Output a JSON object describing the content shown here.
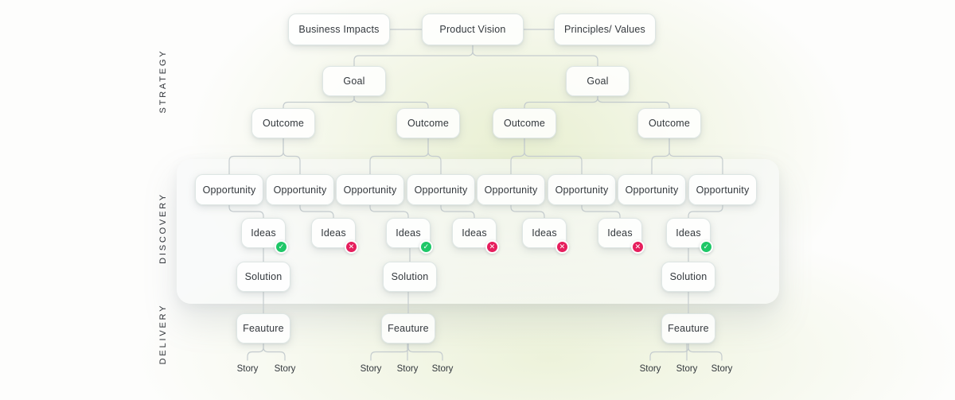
{
  "sections": {
    "strategy": "STRATEGY",
    "discovery": "DISCOVERY",
    "delivery": "DELIVERY"
  },
  "colors": {
    "accepted": "#1fc768",
    "rejected": "#e61e5d",
    "line": "#c5cccf",
    "box_border": "#dee6e4",
    "text": "#33383d"
  },
  "icons": {
    "accepted": "✓",
    "rejected": "✕"
  },
  "nodes": [
    {
      "id": "business-impacts",
      "label": "Business Impacts",
      "type": "box"
    },
    {
      "id": "product-vision",
      "label": "Product Vision",
      "type": "box"
    },
    {
      "id": "principles-values",
      "label": "Principles/ Values",
      "type": "box"
    },
    {
      "id": "goal-1",
      "label": "Goal",
      "type": "box"
    },
    {
      "id": "goal-2",
      "label": "Goal",
      "type": "box"
    },
    {
      "id": "outcome-1",
      "label": "Outcome",
      "type": "box"
    },
    {
      "id": "outcome-2",
      "label": "Outcome",
      "type": "box"
    },
    {
      "id": "outcome-3",
      "label": "Outcome",
      "type": "box"
    },
    {
      "id": "outcome-4",
      "label": "Outcome",
      "type": "box"
    },
    {
      "id": "opportunity-1",
      "label": "Opportunity",
      "type": "box"
    },
    {
      "id": "opportunity-2",
      "label": "Opportunity",
      "type": "box"
    },
    {
      "id": "opportunity-3",
      "label": "Opportunity",
      "type": "box"
    },
    {
      "id": "opportunity-4",
      "label": "Opportunity",
      "type": "box"
    },
    {
      "id": "opportunity-5",
      "label": "Opportunity",
      "type": "box"
    },
    {
      "id": "opportunity-6",
      "label": "Opportunity",
      "type": "box"
    },
    {
      "id": "opportunity-7",
      "label": "Opportunity",
      "type": "box"
    },
    {
      "id": "opportunity-8",
      "label": "Opportunity",
      "type": "box"
    },
    {
      "id": "idea-1",
      "label": "Ideas",
      "type": "box",
      "status": "accepted"
    },
    {
      "id": "idea-2",
      "label": "Ideas",
      "type": "box",
      "status": "rejected"
    },
    {
      "id": "idea-3",
      "label": "Ideas",
      "type": "box",
      "status": "accepted"
    },
    {
      "id": "idea-4",
      "label": "Ideas",
      "type": "box",
      "status": "rejected"
    },
    {
      "id": "idea-5",
      "label": "Ideas",
      "type": "box",
      "status": "rejected"
    },
    {
      "id": "idea-6",
      "label": "Ideas",
      "type": "box",
      "status": "rejected"
    },
    {
      "id": "idea-7",
      "label": "Ideas",
      "type": "box",
      "status": "accepted"
    },
    {
      "id": "solution-1",
      "label": "Solution",
      "type": "box"
    },
    {
      "id": "solution-2",
      "label": "Solution",
      "type": "box"
    },
    {
      "id": "solution-3",
      "label": "Solution",
      "type": "box"
    },
    {
      "id": "feature-1",
      "label": "Feauture",
      "type": "box"
    },
    {
      "id": "feature-2",
      "label": "Feauture",
      "type": "box"
    },
    {
      "id": "feature-3",
      "label": "Feauture",
      "type": "box"
    },
    {
      "id": "story-1",
      "label": "Story",
      "type": "text"
    },
    {
      "id": "story-2",
      "label": "Story",
      "type": "text"
    },
    {
      "id": "story-3",
      "label": "Story",
      "type": "text"
    },
    {
      "id": "story-4",
      "label": "Story",
      "type": "text"
    },
    {
      "id": "story-5",
      "label": "Story",
      "type": "text"
    },
    {
      "id": "story-6",
      "label": "Story",
      "type": "text"
    },
    {
      "id": "story-7",
      "label": "Story",
      "type": "text"
    },
    {
      "id": "story-8",
      "label": "Story",
      "type": "text"
    }
  ],
  "edges": [
    [
      "business-impacts",
      "product-vision"
    ],
    [
      "product-vision",
      "principles-values"
    ],
    [
      "product-vision",
      "goal-1"
    ],
    [
      "product-vision",
      "goal-2"
    ],
    [
      "goal-1",
      "outcome-1"
    ],
    [
      "goal-1",
      "outcome-2"
    ],
    [
      "goal-2",
      "outcome-3"
    ],
    [
      "goal-2",
      "outcome-4"
    ],
    [
      "outcome-1",
      "opportunity-1"
    ],
    [
      "outcome-1",
      "opportunity-2"
    ],
    [
      "outcome-2",
      "opportunity-3"
    ],
    [
      "outcome-2",
      "opportunity-4"
    ],
    [
      "outcome-3",
      "opportunity-5"
    ],
    [
      "outcome-3",
      "opportunity-6"
    ],
    [
      "outcome-4",
      "opportunity-7"
    ],
    [
      "outcome-4",
      "opportunity-8"
    ],
    [
      "opportunity-1",
      "idea-1"
    ],
    [
      "opportunity-2",
      "idea-2"
    ],
    [
      "opportunity-3",
      "idea-3"
    ],
    [
      "opportunity-4",
      "idea-4"
    ],
    [
      "opportunity-5",
      "idea-5"
    ],
    [
      "opportunity-6",
      "idea-6"
    ],
    [
      "opportunity-8",
      "idea-7"
    ],
    [
      "idea-1",
      "solution-1"
    ],
    [
      "idea-3",
      "solution-2"
    ],
    [
      "idea-7",
      "solution-3"
    ],
    [
      "solution-1",
      "feature-1"
    ],
    [
      "solution-2",
      "feature-2"
    ],
    [
      "solution-3",
      "feature-3"
    ],
    [
      "feature-1",
      "story-1"
    ],
    [
      "feature-1",
      "story-2"
    ],
    [
      "feature-2",
      "story-3"
    ],
    [
      "feature-2",
      "story-4"
    ],
    [
      "feature-2",
      "story-5"
    ],
    [
      "feature-3",
      "story-6"
    ],
    [
      "feature-3",
      "story-7"
    ],
    [
      "feature-3",
      "story-8"
    ]
  ]
}
